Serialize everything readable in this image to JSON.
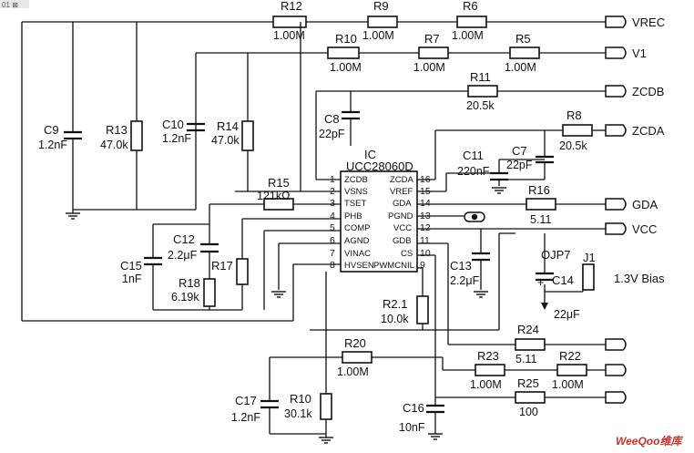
{
  "corner_tag": "01 ⊠",
  "ic": {
    "ref": "IC",
    "part": "UCC28060D"
  },
  "pins_left": [
    {
      "num": "1",
      "name": "ZCDB"
    },
    {
      "num": "2",
      "name": "VSNS"
    },
    {
      "num": "3",
      "name": "TSET"
    },
    {
      "num": "4",
      "name": "PHB"
    },
    {
      "num": "5",
      "name": "COMP"
    },
    {
      "num": "6",
      "name": "AGND"
    },
    {
      "num": "7",
      "name": "VINAC"
    },
    {
      "num": "8",
      "name": "HVSEN"
    }
  ],
  "pins_right": [
    {
      "num": "16",
      "name": "ZCDA"
    },
    {
      "num": "15",
      "name": "VREF"
    },
    {
      "num": "14",
      "name": "GDA"
    },
    {
      "num": "13",
      "name": "PGND"
    },
    {
      "num": "12",
      "name": "VCC"
    },
    {
      "num": "11",
      "name": "GDB"
    },
    {
      "num": "10",
      "name": "CS"
    },
    {
      "num": "9",
      "name": "PWMCNIL"
    }
  ],
  "components": {
    "R12": {
      "ref": "R12",
      "value": "1.00M"
    },
    "R9": {
      "ref": "R9",
      "value": "1.00M"
    },
    "R6": {
      "ref": "R6",
      "value": "1.00M"
    },
    "R10a": {
      "ref": "R10",
      "value": "1.00M"
    },
    "R7": {
      "ref": "R7",
      "value": "1.00M"
    },
    "R5": {
      "ref": "R5",
      "value": "1.00M"
    },
    "R11": {
      "ref": "R11",
      "value": "20.5k"
    },
    "R8": {
      "ref": "R8",
      "value": "20.5k"
    },
    "R13": {
      "ref": "R13",
      "value": "47.0k"
    },
    "R14": {
      "ref": "R14",
      "value": "47.0k"
    },
    "R15": {
      "ref": "R15",
      "value": "121kΩ"
    },
    "R16": {
      "ref": "R16",
      "value": "5.11"
    },
    "R17": {
      "ref": "R17",
      "value": ""
    },
    "R18": {
      "ref": "R18",
      "value": "6.19k"
    },
    "R21": {
      "ref": "R2.1",
      "value": "10.0k"
    },
    "R24": {
      "ref": "R24",
      "value": "5.11"
    },
    "R20": {
      "ref": "R20",
      "value": "1.00M"
    },
    "R23": {
      "ref": "R23",
      "value": "1.00M"
    },
    "R22": {
      "ref": "R22",
      "value": "1.00M"
    },
    "R25": {
      "ref": "R25",
      "value": "100"
    },
    "R10b": {
      "ref": "R10",
      "value": "30.1k"
    },
    "C9": {
      "ref": "C9",
      "value": "1.2nF"
    },
    "C10": {
      "ref": "C10",
      "value": "1.2nF"
    },
    "C8": {
      "ref": "C8",
      "value": "22pF"
    },
    "C11": {
      "ref": "C11",
      "value": "220nF"
    },
    "C7": {
      "ref": "C7",
      "value": "22pF"
    },
    "C12": {
      "ref": "C12",
      "value": "2.2μF"
    },
    "C15": {
      "ref": "C15",
      "value": "1nF"
    },
    "C13": {
      "ref": "C13",
      "value": "2.2μF"
    },
    "C14": {
      "ref": "C14",
      "value": "22μF"
    },
    "C17": {
      "ref": "C17",
      "value": "1.2nF"
    },
    "C16": {
      "ref": "C16",
      "value": "10nF"
    },
    "JP7": {
      "ref": "OJP7"
    },
    "J1": {
      "ref": "J1",
      "value": "1.3V Bias"
    }
  },
  "nets": {
    "vrec": "VREC",
    "v1": "V1",
    "zcdb": "ZCDB",
    "zcda": "ZCDA",
    "gda": "GDA",
    "vcc": "VCC"
  },
  "watermark": "WeeQoo维库"
}
